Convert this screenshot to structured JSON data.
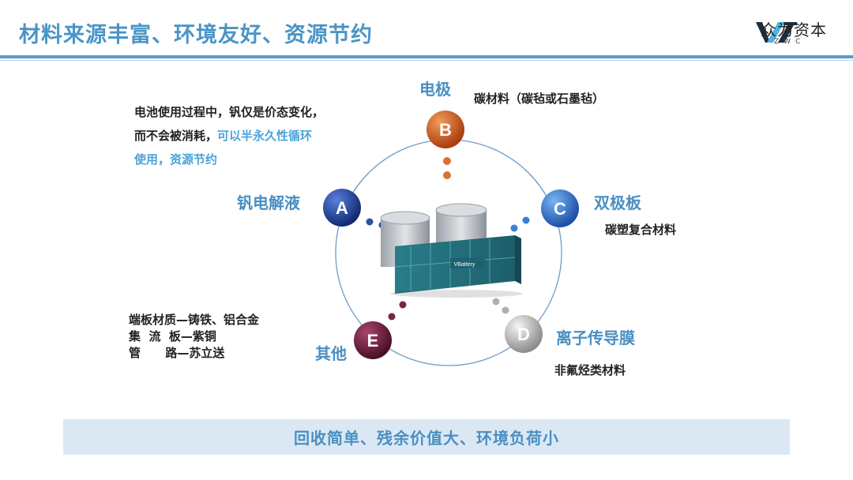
{
  "header": {
    "title": "材料来源丰富、环境友好、资源节约",
    "logo_name": "众为资本",
    "logo_sub": "ZWC"
  },
  "nodes": {
    "A": {
      "letter": "A",
      "label": "钒电解液",
      "color": "#1f3f95"
    },
    "B": {
      "letter": "B",
      "label": "电极",
      "color": "#d35a1a",
      "desc": "碳材料（碳毡或石墨毡）"
    },
    "C": {
      "letter": "C",
      "label": "双极板",
      "color": "#2f6fcc",
      "desc": "碳塑复合材料"
    },
    "D": {
      "letter": "D",
      "label": "离子传导膜",
      "color": "#b5b5b5",
      "desc": "非氟烃类材料"
    },
    "E": {
      "letter": "E",
      "label": "其他",
      "color": "#6d1b3a"
    }
  },
  "electrolyte_note": {
    "line1": "电池使用过程中，钒仅是价态变化，",
    "line2_a": "而不会被消耗，",
    "line2_b": "可以半永久性循环",
    "line3": "使用，资源节约"
  },
  "other_note": {
    "line1": "端板材质—铸铁、铝合金",
    "line2": "集  流  板—紫铜",
    "line3": "管      路—苏立送"
  },
  "container_text": "VBattery",
  "banner": "回收简单、残余价值大、环境负荷小"
}
